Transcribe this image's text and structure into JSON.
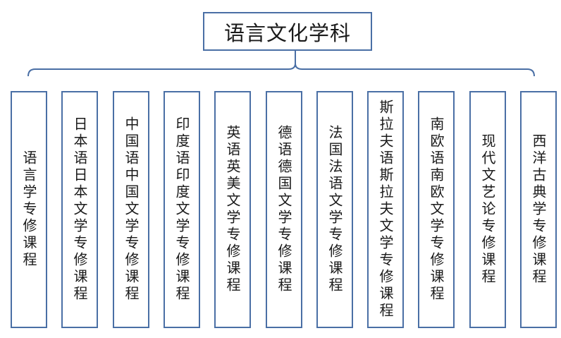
{
  "root": {
    "label": "语言文化学科"
  },
  "children": [
    {
      "id": "linguistics",
      "label": "语言学专修课程"
    },
    {
      "id": "japanese",
      "label": "日本语日本文学专修课程"
    },
    {
      "id": "chinese",
      "label": "中国语中国文学专修课程"
    },
    {
      "id": "indian",
      "label": "印度语印度文学专修课程"
    },
    {
      "id": "english",
      "label": "英语英美文学专修课程"
    },
    {
      "id": "german",
      "label": "德语德国文学专修课程"
    },
    {
      "id": "french",
      "label": "法国法语文学专修课程"
    },
    {
      "id": "slavic",
      "label": "斯拉夫语斯拉夫文学专修课程"
    },
    {
      "id": "south-europe",
      "label": "南欧语南欧文学专修课程"
    },
    {
      "id": "modern-lit",
      "label": "现代文艺论专修课程"
    },
    {
      "id": "classics",
      "label": "西洋古典学专修课程"
    }
  ]
}
